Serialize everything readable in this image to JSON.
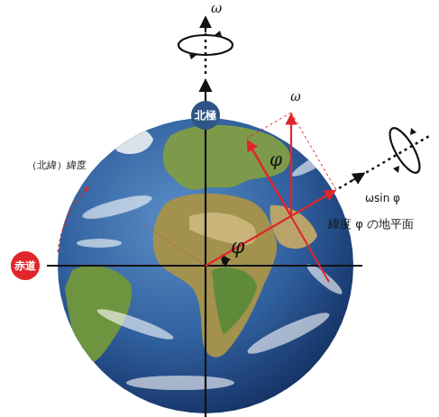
{
  "diagram": {
    "nodes": [
      {
        "text": [
          "北極"
        ]
      },
      {
        "text": [
          "赤道"
        ]
      }
    ],
    "labels": [
      "ω",
      "（北緯）緯度",
      "φ",
      "ω",
      "ωsin φ",
      "緯度 φ の地平面",
      "φ"
    ]
  }
}
